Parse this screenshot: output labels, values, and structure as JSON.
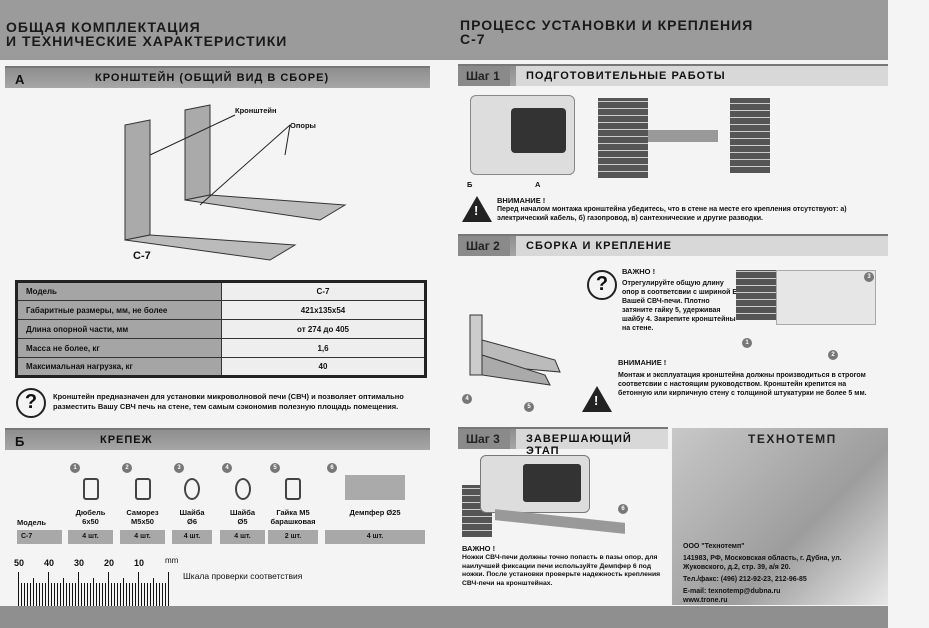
{
  "left": {
    "title_line1": "ОБЩАЯ КОМПЛЕКТАЦИЯ",
    "title_line2": "И ТЕХНИЧЕСКИЕ ХАРАКТЕРИСТИКИ",
    "section_a": {
      "letter": "А",
      "title": "КРОНШТЕЙН (ОБЩИЙ ВИД В СБОРЕ)",
      "callout_bracket": "Кронштейн",
      "callout_supports": "Опоры",
      "model_mark": "С-7"
    },
    "specs": [
      [
        "Модель",
        "С-7"
      ],
      [
        "Габаритные размеры, мм, не более",
        "421х135х54"
      ],
      [
        "Длина опорной части, мм",
        "от 274 до 405"
      ],
      [
        "Масса не более, кг",
        "1,6"
      ],
      [
        "Максимальная нагрузка, кг",
        "40"
      ]
    ],
    "info_icon": "?",
    "info_text": "Кронштейн предназначен для установки микроволновой печи (СВЧ) и позволяет оптимально разместить Вашу СВЧ печь на стене, тем самым сэкономив полезную площадь помещения.",
    "section_b": {
      "letter": "Б",
      "title": "КРЕПЕЖ",
      "model_label": "Модель",
      "model_value": "С-7",
      "items": [
        {
          "n": "1",
          "name": "Дюбель",
          "size": "6x50",
          "qty": "4 шт."
        },
        {
          "n": "2",
          "name": "Саморез",
          "size": "M5x50",
          "qty": "4 шт."
        },
        {
          "n": "3",
          "name": "Шайба",
          "size": "Ø6",
          "qty": "4 шт."
        },
        {
          "n": "4",
          "name": "Шайба",
          "size": "Ø5",
          "qty": "4 шт."
        },
        {
          "n": "5",
          "name": "Гайка М5",
          "size": "барашковая",
          "qty": "2 шт."
        },
        {
          "n": "6",
          "name": "Демпфер Ø25",
          "size": "",
          "qty": "4 шт."
        }
      ]
    },
    "ruler": {
      "ticks": [
        "50",
        "40",
        "30",
        "20",
        "10"
      ],
      "unit": "mm",
      "caption": "Шкала проверки соответствия"
    }
  },
  "right": {
    "title_line1": "ПРОЦЕСС УСТАНОВКИ И КРЕПЛЕНИЯ",
    "title_line2": "С-7",
    "step1": {
      "label": "Шаг 1",
      "title": "ПОДГОТОВИТЕЛЬНЫЕ РАБОТЫ",
      "dim_b": "Б",
      "dim_a": "А",
      "warn_title": "ВНИМАНИЕ !",
      "warn_text": "Перед началом монтажа кронштейна убедитесь, что в стене на месте его крепления отсутствуют: а) электрический кабель, б) газопровод, в) сантехнические и другие разводки."
    },
    "step2": {
      "label": "Шаг 2",
      "title": "СБОРКА И КРЕПЛЕНИЕ",
      "important_title": "ВАЖНО !",
      "important_text": "Отрегулируйте общую длину опор в соответсвии с шириной Б Вашей СВЧ-печи. Плотно затяните гайку 5, удерживая шайбу 4. Закрепите кронштейны на стене.",
      "warn_title": "ВНИМАНИЕ !",
      "warn_text": "Монтаж и эксплуатация кронштейна должны производиться в строгом соответсвии с настоящим руководством. Кронштейн крепится на бетонную или кирпичную стену с толщиной штукатурки не более 5 мм.",
      "callouts": [
        "1",
        "2",
        "3",
        "4",
        "5"
      ]
    },
    "step3": {
      "label": "Шаг 3",
      "title": "ЗАВЕРШАЮЩИЙ ЭТАП",
      "callout": "6",
      "important_title": "ВАЖНО !",
      "important_text": "Ножки СВЧ-печи должны точно попасть в пазы опор, для наилучшей фиксации печи используйте Демпфер 6 под ножки. После установки проверьте надежность крепления СВЧ-печи на кронштейнах."
    },
    "company": {
      "logo": "ТЕХНОТЕМП",
      "name": "ООО \"Технотемп\"",
      "address": "141983, РФ, Московская область, г. Дубна, ул. Жуковского, д.2, стр. 39, а/я 20.",
      "phone": "Тел./факс: (496) 212-92-23, 212-96-85",
      "email": "E-mail: texnotemp@dubna.ru",
      "web": "www.trone.ru"
    }
  }
}
